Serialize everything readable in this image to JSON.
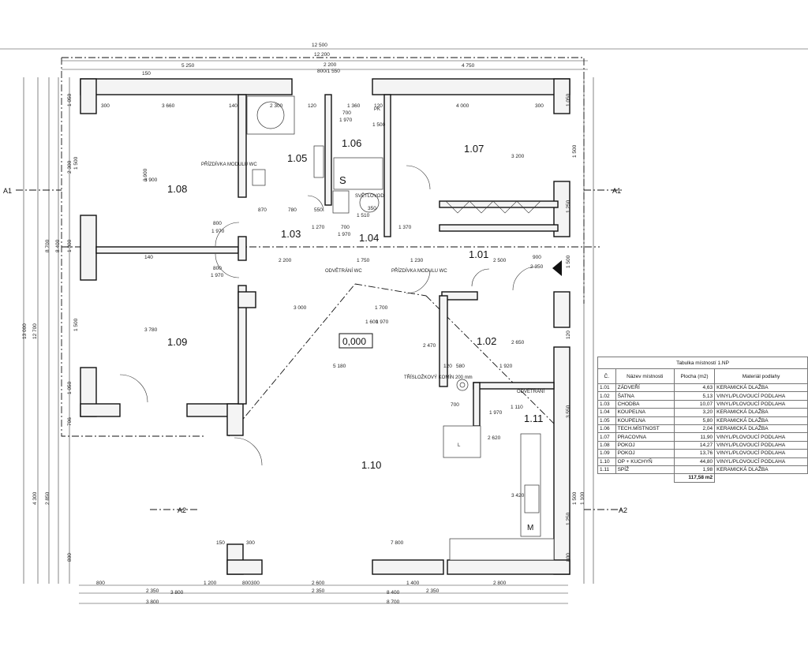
{
  "rooms": [
    {
      "id": "1.01"
    },
    {
      "id": "1.02"
    },
    {
      "id": "1.03"
    },
    {
      "id": "1.04"
    },
    {
      "id": "1.05"
    },
    {
      "id": "1.06"
    },
    {
      "id": "1.07"
    },
    {
      "id": "1.08"
    },
    {
      "id": "1.09"
    },
    {
      "id": "1.10"
    },
    {
      "id": "1.11"
    }
  ],
  "level_marker": "0,000",
  "sections": {
    "a1": "A1",
    "a2": "A2"
  },
  "notes": {
    "prizdivka_modulu_wc": "PŘÍZDÍVKA MODULU WC",
    "svetlovod": "SVĚTLOVOD",
    "odvetrani_wc": "ODVĚTRÁNÍ WC",
    "odvetrani": "ODVĚTRÁNÍ",
    "komin": "TŘÍSLOŽKOVÝ KOMÍN 200 mm",
    "sprcha": "S",
    "pracka": "M",
    "lednice": "L",
    "pk": "PK"
  },
  "dimensions": {
    "top": [
      "12 500",
      "12 200",
      "5 250",
      "2 200",
      "800/1 550",
      "4 750",
      "150"
    ],
    "room_internal": [
      "300",
      "3 660",
      "140",
      "2 300",
      "120",
      "1 360",
      "120",
      "4 000",
      "300",
      "700",
      "1 970",
      "1 500",
      "3 200",
      "3 900",
      "800",
      "1 970",
      "870",
      "780",
      "550",
      "1 270",
      "700",
      "1 970",
      "1 510",
      "350",
      "1 370",
      "2 200",
      "1 750",
      "1 230",
      "2 500",
      "900",
      "2 350",
      "800",
      "1 970",
      "140",
      "3 000",
      "1 700",
      "1 600",
      "1 970",
      "2 470",
      "3 780",
      "5 180",
      "120",
      "580",
      "1 920",
      "2 650",
      "700",
      "1 970",
      "1 110",
      "2 620",
      "3 420",
      "7 800",
      "150",
      "300"
    ],
    "bottom": [
      "800",
      "2 350",
      "1 200",
      "3 800",
      "800",
      "300",
      "2 600",
      "1 400",
      "2 800",
      "2 350",
      "8 400",
      "2 350",
      "3 800",
      "8 700"
    ],
    "left": [
      "13 000",
      "12 700",
      "8 700",
      "8 400",
      "1 050",
      "2 300",
      "1 500",
      "3 900",
      "1 300",
      "1 500",
      "1 050",
      "706",
      "4 300",
      "2 850",
      "800"
    ],
    "right": [
      "1 050",
      "1 500",
      "1 250",
      "1 500",
      "120",
      "3 550",
      "1 500",
      "1 100",
      "1 250",
      "800"
    ]
  },
  "table": {
    "caption": "Tabulka místností 1.NP",
    "headers": [
      "Č.",
      "Název místnosti",
      "Plocha (m2)",
      "Materiál podlahy"
    ],
    "rows": [
      [
        "1.01",
        "ZÁDVEŘÍ",
        "4,63",
        "KERAMICKÁ DLAŽBA"
      ],
      [
        "1.02",
        "ŠATNA",
        "5,13",
        "VINYL/PLOVOUCÍ PODLAHA"
      ],
      [
        "1.03",
        "CHODBA",
        "10,07",
        "VINYL/PLOVOUCÍ PODLAHA"
      ],
      [
        "1.04",
        "KOUPELNA",
        "3,20",
        "KERAMICKÁ DLAŽBA"
      ],
      [
        "1.05",
        "KOUPELNA",
        "5,80",
        "KERAMICKÁ DLAŽBA"
      ],
      [
        "1.06",
        "TECH.MÍSTNOST",
        "2,04",
        "KERAMICKÁ DLAŽBA"
      ],
      [
        "1.07",
        "PRACOVNA",
        "11,90",
        "VINYL/PLOVOUCÍ PODLAHA"
      ],
      [
        "1.08",
        "POKOJ",
        "14,27",
        "VINYL/PLOVOUCÍ PODLAHA"
      ],
      [
        "1.09",
        "POKOJ",
        "13,76",
        "VINYL/PLOVOUCÍ PODLAHA"
      ],
      [
        "1.10",
        "OP + KUCHYŇ",
        "44,80",
        "VINYL/PLOVOUCÍ PODLAHA"
      ],
      [
        "1.11",
        "SPÍŽ",
        "1,98",
        "KERAMICKÁ DLAŽBA"
      ]
    ],
    "total": "117,58 m2"
  }
}
